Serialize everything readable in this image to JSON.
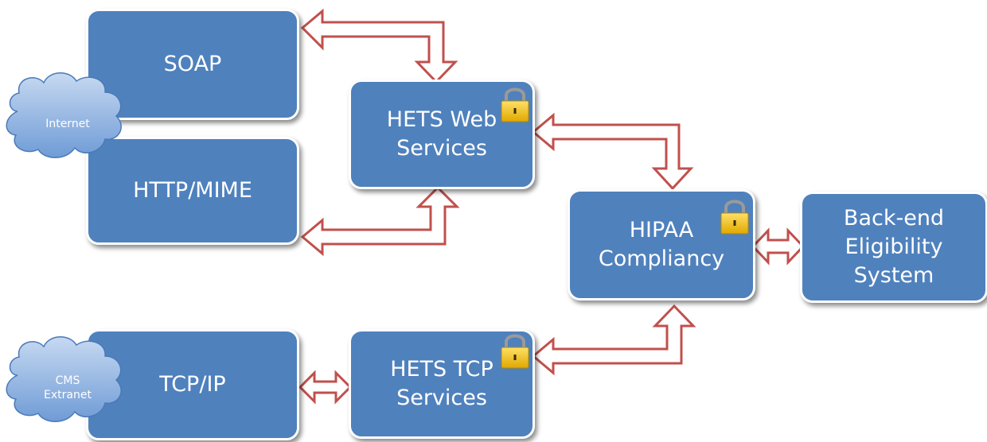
{
  "boxes": {
    "soap": "SOAP",
    "http_mime": "HTTP/MIME",
    "hets_web": "HETS Web\nServices",
    "hipaa": "HIPAA\nCompliancy",
    "backend": "Back-end\nEligibility\nSystem",
    "tcp_ip": "TCP/IP",
    "hets_tcp": "HETS TCP\nServices"
  },
  "clouds": {
    "internet": "Internet",
    "cms_extranet": "CMS\nExtranet"
  },
  "icons": {
    "lock": "padlock-icon",
    "cloud": "cloud-icon",
    "arrow": "double-headed-arrow-icon"
  },
  "colors": {
    "box_fill": "#4f81bd",
    "arrow_outline": "#c0504d",
    "cloud_fill": "#8db3e2",
    "lock_gold": "#f2c200"
  }
}
